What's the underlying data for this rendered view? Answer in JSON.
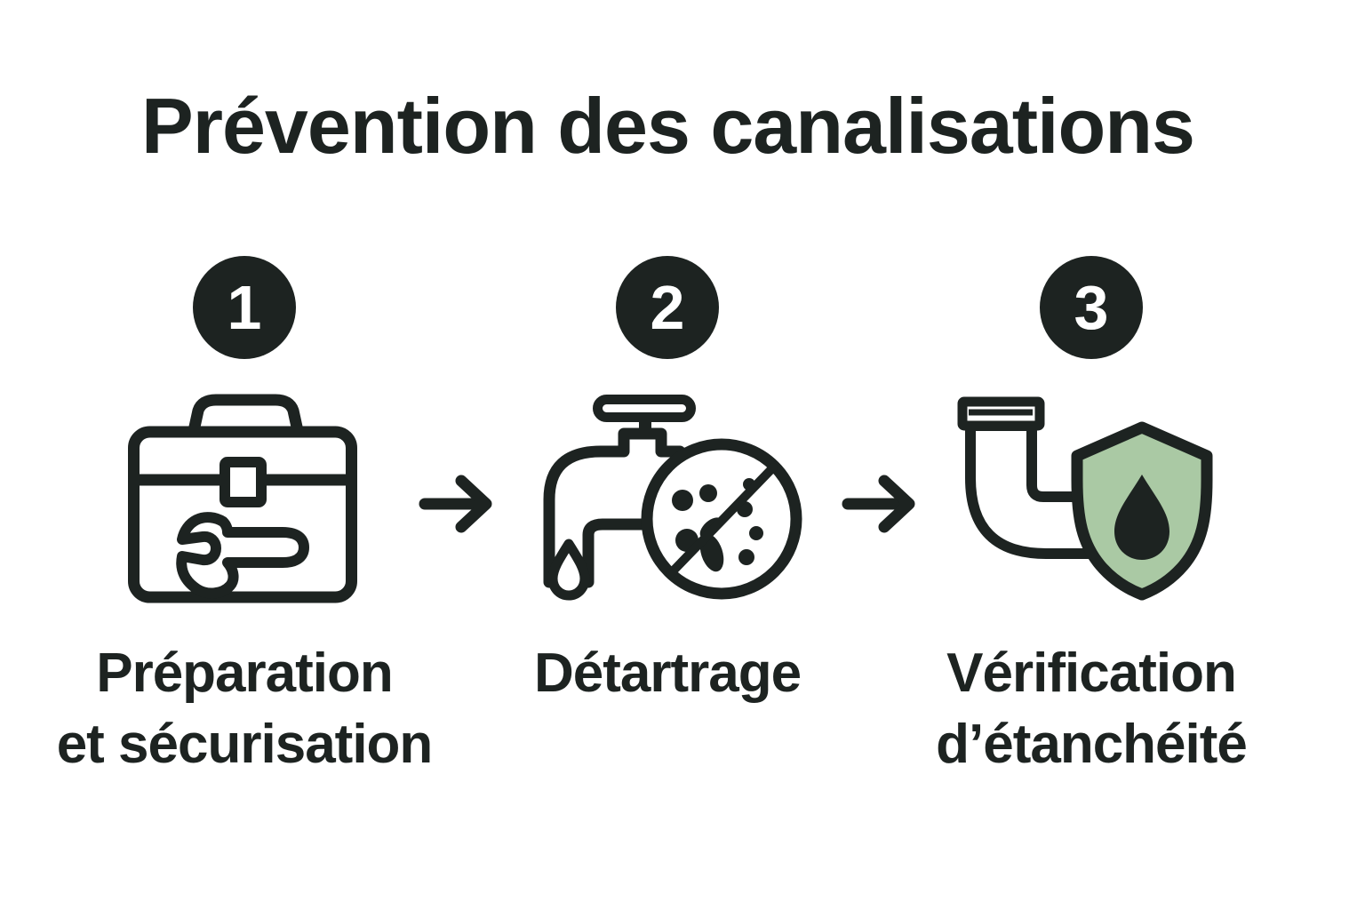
{
  "title": "Prévention des canalisations",
  "steps": [
    {
      "number": "1",
      "label_line1": "Préparation",
      "label_line2": "et sécurisation",
      "icon": "toolbox-wrench-icon"
    },
    {
      "number": "2",
      "label_line1": "Détartrage",
      "label_line2": "",
      "icon": "faucet-no-limescale-icon"
    },
    {
      "number": "3",
      "label_line1": "Vérification",
      "label_line2": "d’étanchéité",
      "icon": "pipe-shield-waterdrop-icon"
    }
  ],
  "separator_icon": "arrow-right",
  "colors": {
    "ink": "#1d2321",
    "shield_green": "#aac9a4",
    "step_number_text": "#ffffff",
    "background": "#ffffff"
  }
}
